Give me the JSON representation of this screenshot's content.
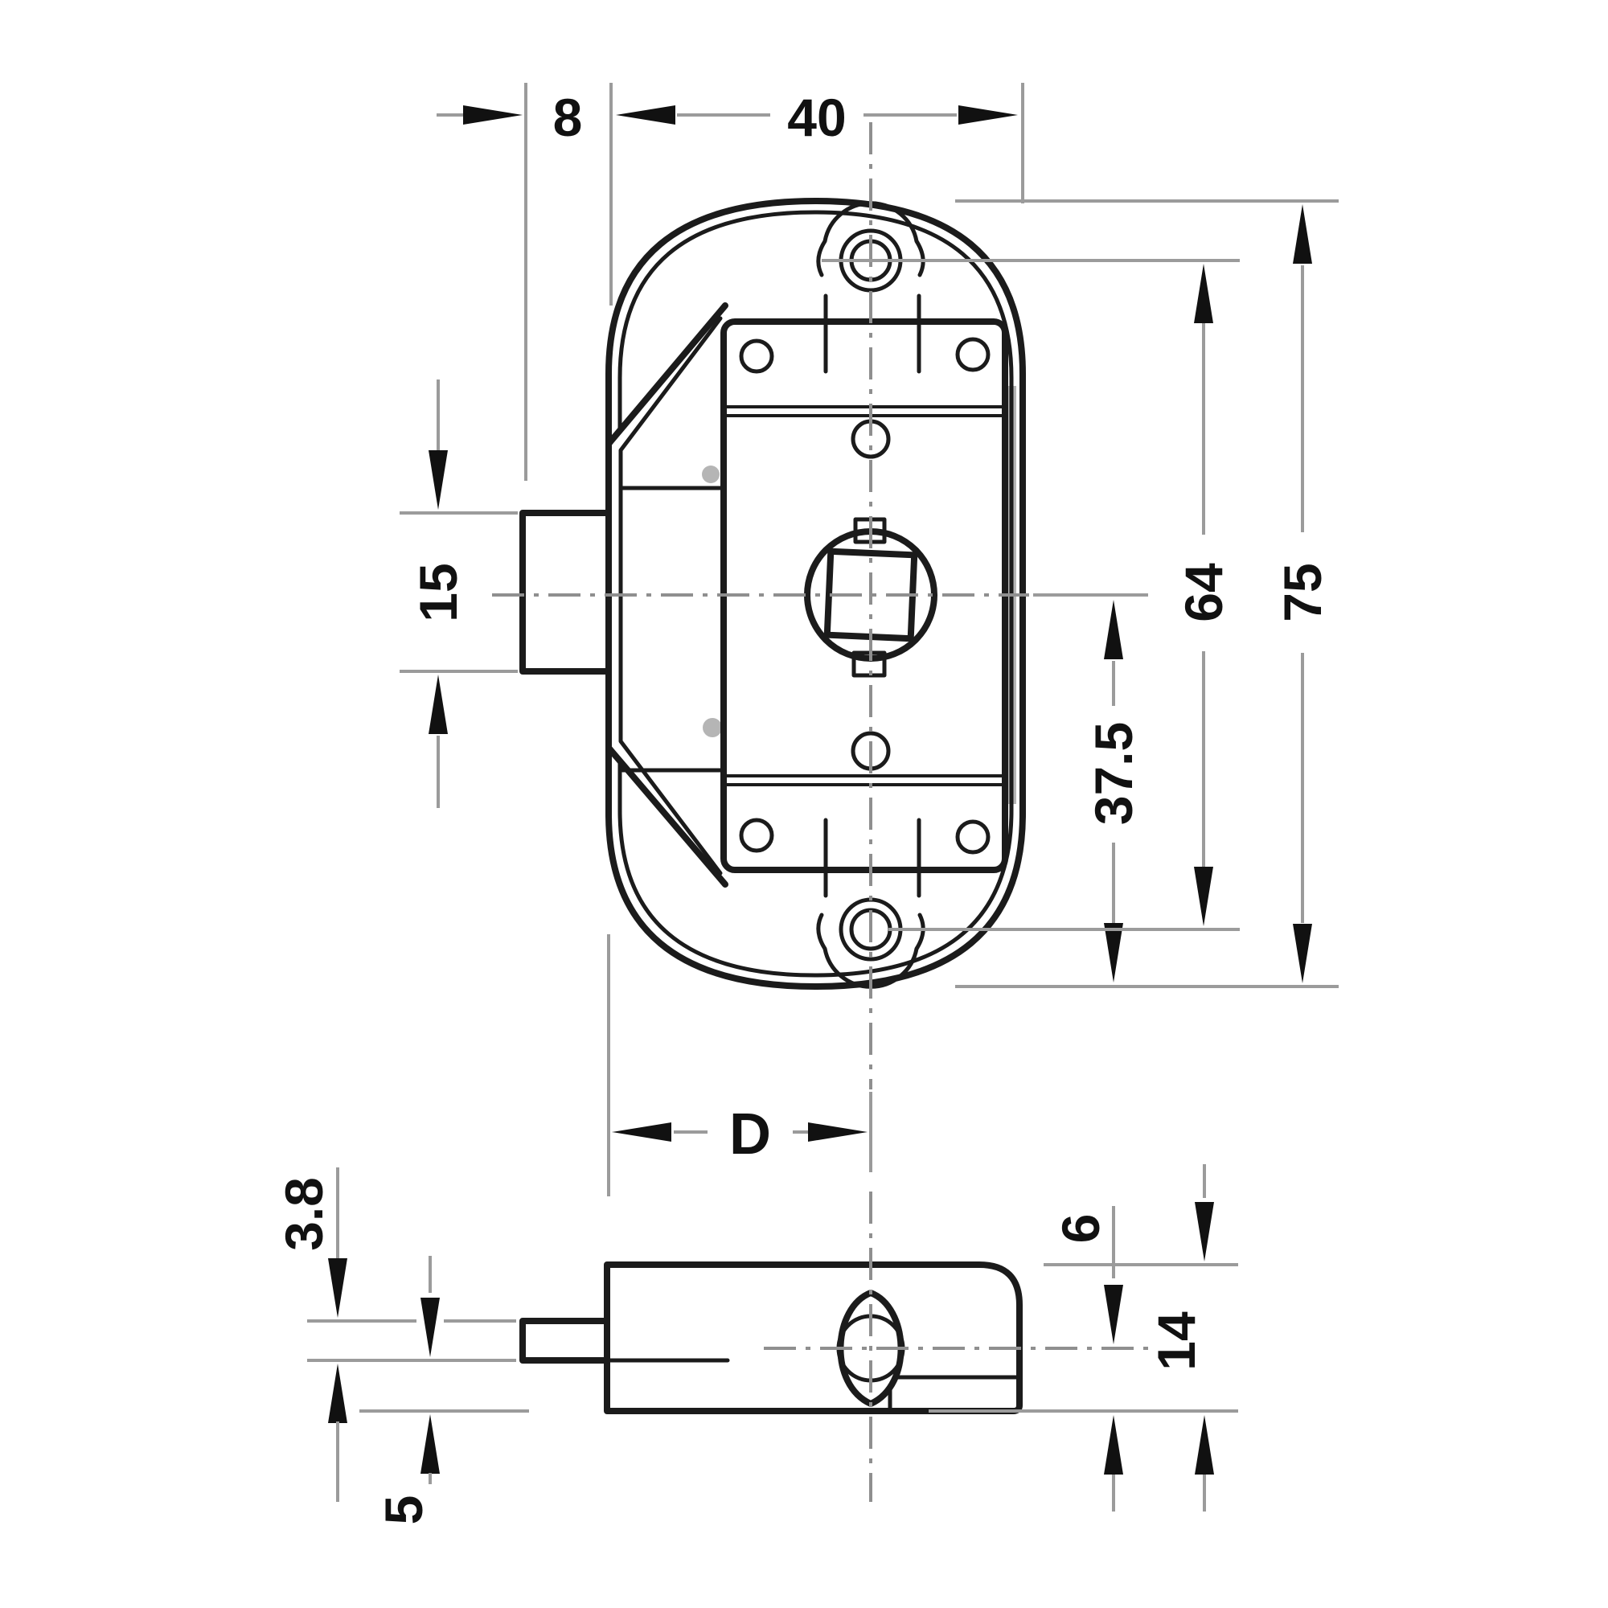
{
  "drawing": {
    "title": "Cabinet lock technical drawing, front and side views",
    "colors": {
      "object_line": "#1b1b1b",
      "dimension_line": "#9b9b9b",
      "centerline": "#8f8f8f",
      "arrow": "#111111",
      "shading": "#b5b5b5",
      "background": "#ffffff"
    },
    "views": {
      "front_view": "lock front view with oval backplate",
      "side_view": "lock side view with latch bolt"
    },
    "dimensions": {
      "bolt_protrusion": "8",
      "plate_width": "40",
      "bolt_height": "15",
      "center_to_bottom": "37.5",
      "hole_spacing": "64",
      "plate_height": "75",
      "backset": "D",
      "bolt_thickness": "3.8",
      "bolt_to_base": "5",
      "center_to_base": "6",
      "case_height": "14"
    }
  }
}
